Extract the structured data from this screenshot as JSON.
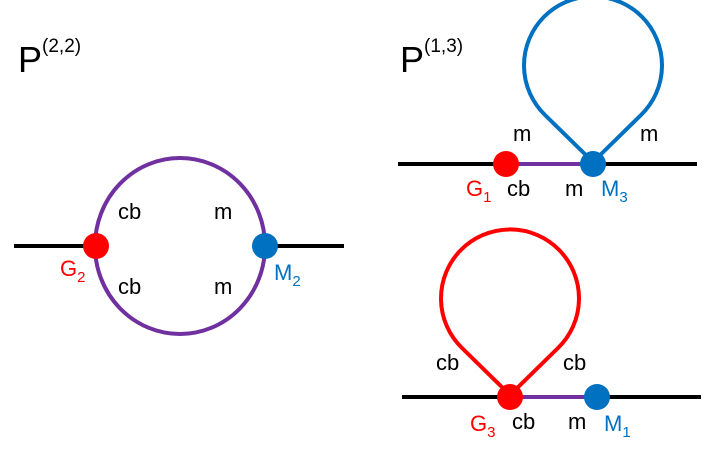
{
  "colors": {
    "line": "#000000",
    "purple": "#7030a0",
    "red": "#ff0000",
    "blue": "#0070c0"
  },
  "left": {
    "title": "P",
    "superscript": "(2,2)",
    "labels": {
      "top_left": "cb",
      "top_right": "m",
      "bottom_left": "cb",
      "bottom_right": "m"
    },
    "vertex_red": {
      "letter": "G",
      "index": "2"
    },
    "vertex_blue": {
      "letter": "M",
      "index": "2"
    }
  },
  "right_top": {
    "title": "P",
    "superscript": "(1,3)",
    "labels": {
      "loop_left": "m",
      "loop_right": "m",
      "line_left": "cb",
      "line_right": "m"
    },
    "vertex_red": {
      "letter": "G",
      "index": "1"
    },
    "vertex_blue": {
      "letter": "M",
      "index": "3"
    }
  },
  "right_bottom": {
    "labels": {
      "loop_left": "cb",
      "loop_right": "cb",
      "line_left": "cb",
      "line_right": "m"
    },
    "vertex_red": {
      "letter": "G",
      "index": "3"
    },
    "vertex_blue": {
      "letter": "M",
      "index": "1"
    }
  }
}
